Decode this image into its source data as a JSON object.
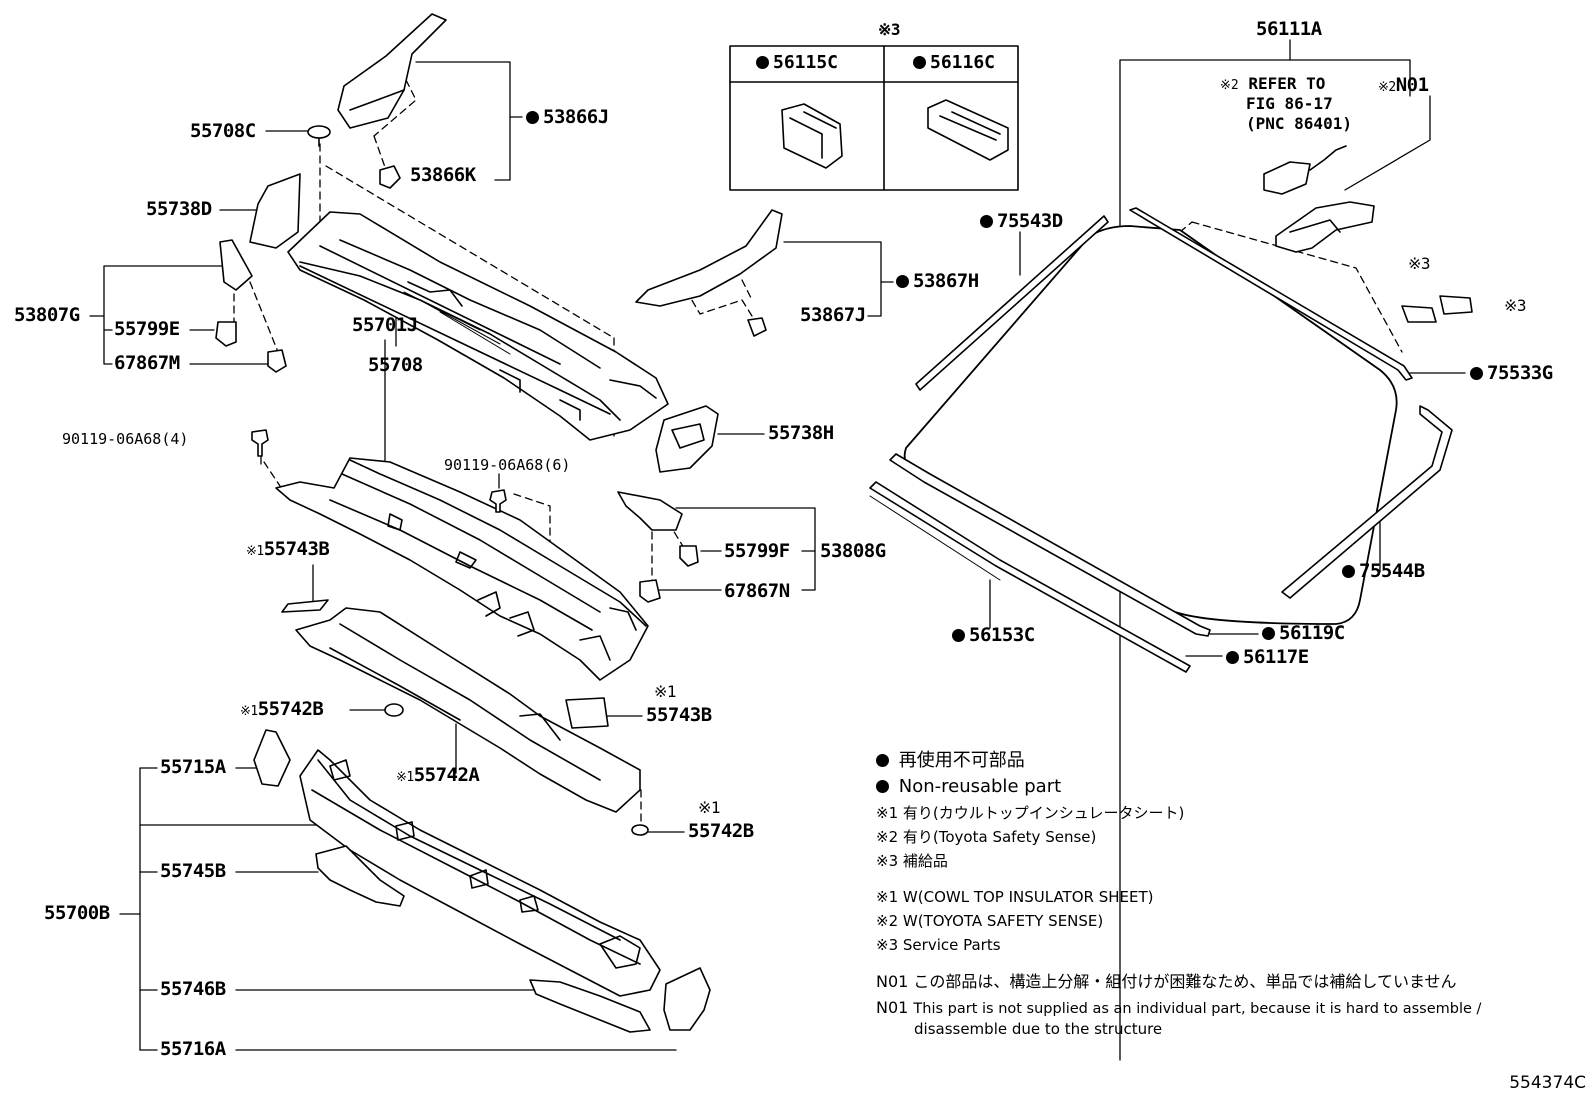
{
  "labels": {
    "p55708C": "55708C",
    "p53866J": "53866J",
    "p53866K": "53866K",
    "p55738D": "55738D",
    "p53807G": "53807G",
    "p55799E": "55799E",
    "p67867M": "67867M",
    "p55708": "55708",
    "p53867H": "53867H",
    "p53867J": "53867J",
    "p55738H": "55738H",
    "p55701J": "55701J",
    "p90119_4": "90119-06A68(4)",
    "p90119_6": "90119-06A68(6)",
    "p55799F": "55799F",
    "p53808G": "53808G",
    "p67867N": "67867N",
    "p55743B_a": "55743B",
    "p55743B_b": "55743B",
    "p55742B_a": "55742B",
    "p55742A": "55742A",
    "p55742B_b": "55742B",
    "p55715A": "55715A",
    "p55745B": "55745B",
    "p55700B": "55700B",
    "p55746B": "55746B",
    "p55716A": "55716A",
    "p56111A": "56111A",
    "p56115C": "56115C",
    "p56116C": "56116C",
    "p75543D": "75543D",
    "p75533G": "75533G",
    "p75544B": "75544B",
    "p56153C": "56153C",
    "p56119C": "56119C",
    "p56117E": "56117E",
    "pN01": "N01",
    "refer_1": "REFER TO",
    "refer_2": "FIG 86-17",
    "refer_3": "(PNC 86401)"
  },
  "marks": {
    "m1": "※1",
    "m2": "※2",
    "m3": "※3"
  },
  "legend": {
    "nonreuse_jp": "再使用不可部品",
    "nonreuse_en": "Non-reusable part",
    "n1_jp": "有り(カウルトップインシュレータシート)",
    "n2_jp": "有り(Toyota Safety Sense)",
    "n3_jp": "補給品",
    "n1_en": "W(COWL TOP INSULATOR SHEET)",
    "n2_en": "W(TOYOTA SAFETY SENSE)",
    "n3_en": "Service Parts",
    "n01_label": "N01",
    "n01_jp": "この部品は、構造上分解・組付けが困難なため、単品では補給していません",
    "n01_en_1": "This part is not supplied as an individual part, because it is hard to assemble /",
    "n01_en_2": "disassemble due to the structure"
  },
  "figure_id": "554374C"
}
